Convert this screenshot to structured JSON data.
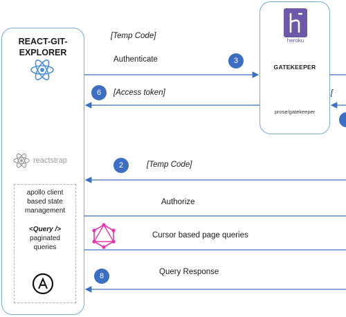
{
  "explorer": {
    "title": "REACT-GIT-\nEXPLORER"
  },
  "reactstrap": {
    "label": "reactstrap"
  },
  "inner": {
    "state_label": "apollo client\nbased state\nmanagement",
    "query_tag": "<Query />",
    "query_label": "paginated\nqueries"
  },
  "gatekeeper": {
    "brand": "heroku",
    "title": "GATEKEEPER",
    "subtitle": "prose/gatekeeper"
  },
  "flows": [
    {
      "step": "",
      "label": "[Temp Code]",
      "italic": true
    },
    {
      "step": "3",
      "label": "Authenticate",
      "italic": false
    },
    {
      "step": "6",
      "label": "[Access token]",
      "italic": true
    },
    {
      "step": "2",
      "label": "[Temp Code]",
      "italic": true
    },
    {
      "step": "",
      "label": "Authorize",
      "italic": false
    },
    {
      "step": "",
      "label": "Cursor based page queries",
      "italic": false
    },
    {
      "step": "8",
      "label": "Query Response",
      "italic": false
    }
  ],
  "colors": {
    "arrow": "#3c6fc4",
    "box_border": "#7aa7da",
    "badge": "#3c6fc4",
    "react": "#4a8fd8",
    "graphql": "#e535ab",
    "heroku": "#6c57a8"
  },
  "icons": [
    "react-icon",
    "reactstrap-icon",
    "heroku-icon",
    "graphql-icon",
    "apollo-icon"
  ]
}
